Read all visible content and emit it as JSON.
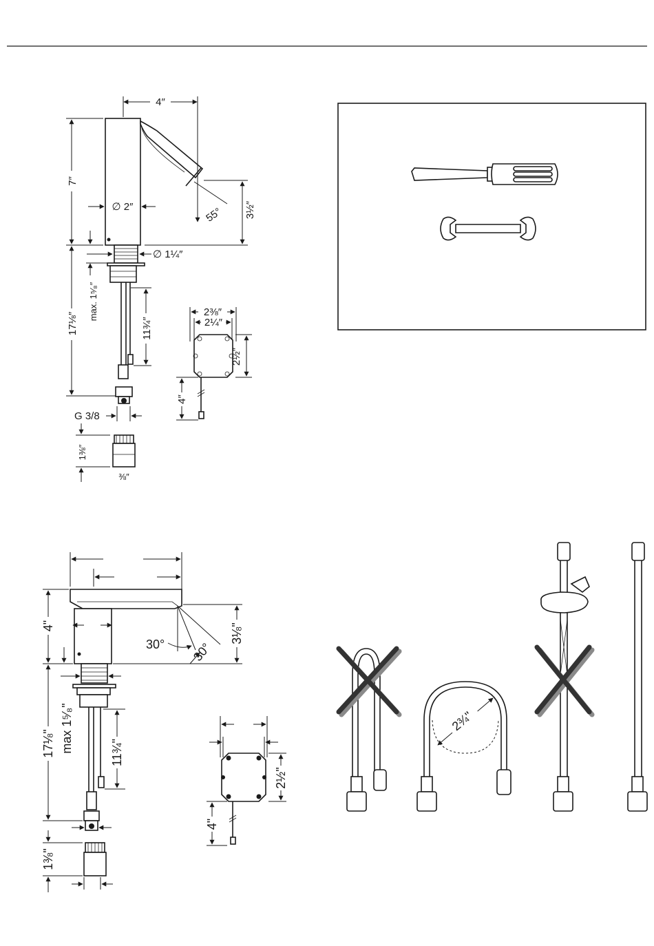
{
  "figure1": {
    "width": "4″",
    "height": "7″",
    "body_diameter": "∅ 2″",
    "angle": "55°",
    "spout_height": "3½″",
    "shank_diameter": "∅ 1¼″",
    "max_shank": "max. 1⁵⁄₈″",
    "total_length": "17⅛″",
    "hose_length": "11¾″",
    "thread": "G 3/8",
    "box_width_outer": "2⅜″",
    "box_width_inner": "2¼″",
    "box_height": "2½″",
    "box_cable": "4″",
    "adapter_height": "1⅜″",
    "adapter_thread": "⅜″"
  },
  "tools": {
    "items": [
      "screwdriver",
      "open-end-wrench"
    ]
  },
  "figure2": {
    "height": "4\"",
    "angle_a": "30°",
    "angle_b": "30°",
    "spout_height": "3⅛\"",
    "max_shank": "max 1⁵⁄₈\"",
    "total_length": "17⅛\"",
    "hose_length": "11¾\"",
    "box_height": "2½\"",
    "box_cable": "4\"",
    "adapter_height": "1⅜\""
  },
  "hoses": {
    "min_bend_radius": "2¾\""
  }
}
